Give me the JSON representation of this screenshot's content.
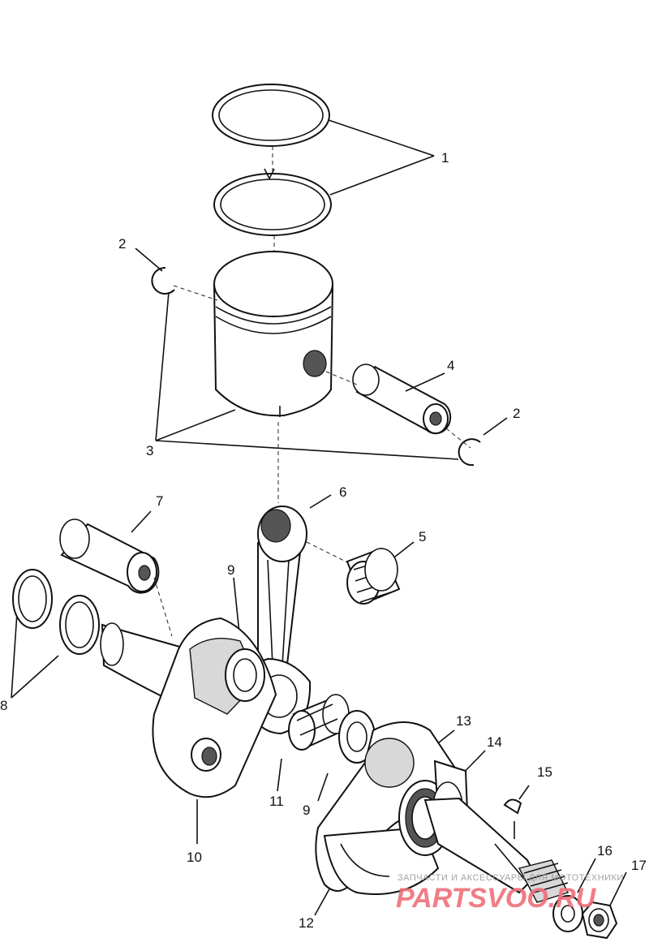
{
  "diagram": {
    "part_numbers": [
      "1",
      "2",
      "2",
      "3",
      "4",
      "5",
      "6",
      "7",
      "8",
      "9",
      "9",
      "10",
      "11",
      "12",
      "13",
      "14",
      "15",
      "16",
      "17"
    ]
  },
  "watermark": {
    "caption": "ЗАПЧАСТИ И АКСЕССУАРЫ ДЛЯ МОТОТЕХНИКИ",
    "brand": "PARTSVOO.RU"
  }
}
